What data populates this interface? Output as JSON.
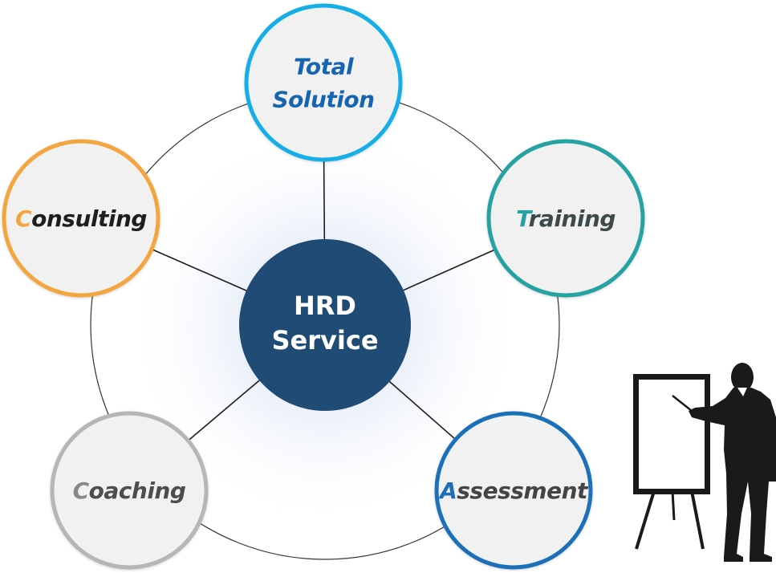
{
  "center": {
    "line1": "HRD",
    "line2": "Service",
    "fill": "#1f4b75"
  },
  "nodes": [
    {
      "id": "total-solution",
      "lines": [
        "Total",
        "Solution"
      ],
      "ring": "#18aee6",
      "text_color": "#1565b0",
      "first_letter_color": "#1565b0"
    },
    {
      "id": "training",
      "lines": [
        "Training"
      ],
      "ring": "#26a2a2",
      "text_color": "#3d4a4a",
      "first_letter_color": "#26a2a2"
    },
    {
      "id": "assessment",
      "lines": [
        "Assessment"
      ],
      "ring": "#1c6fb7",
      "text_color": "#444444",
      "first_letter_color": "#1c6fb7"
    },
    {
      "id": "coaching",
      "lines": [
        "Coaching"
      ],
      "ring": "#b7b5b5",
      "text_color": "#4d4d4d",
      "first_letter_color": "#888888"
    },
    {
      "id": "consulting",
      "lines": [
        "Consulting"
      ],
      "ring": "#f3a540",
      "text_color": "#1e1e1e",
      "first_letter_color": "#f3a540"
    }
  ],
  "colors": {
    "outer_ring": "#333333",
    "connector": "#1c1c1c",
    "node_fill": "#f1f1f1",
    "glow": "#cdd9ef",
    "silhouette": "#1a1a1a"
  },
  "icons": {
    "presenter": "presenter-at-flipchart-icon"
  }
}
